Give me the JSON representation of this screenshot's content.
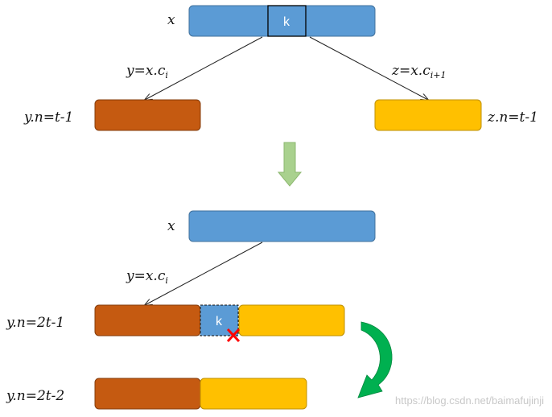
{
  "colors": {
    "blue": "#5B9BD5",
    "blue_stroke": "#41719C",
    "brown": "#C55A11",
    "brown_stroke": "#843C0C",
    "gold": "#FFC000",
    "gold_stroke": "#BF9000",
    "green_down_arrow": "#A9D18E",
    "green_curve_arrow": "#00B050",
    "red_cross": "#FF0000"
  },
  "top": {
    "x_label": "x",
    "key": "k",
    "left_edge": {
      "lhs": "y=x.c",
      "sub": "i"
    },
    "right_edge": {
      "lhs": "z=x.c",
      "sub": "i+1"
    },
    "y_label": "y.n=t-1",
    "z_label": "z.n=t-1"
  },
  "bottom": {
    "x_label": "x",
    "edge": {
      "lhs": "y=x.c",
      "sub": "i"
    },
    "merged_label": "y.n=2t-1",
    "merged_key": "k",
    "final_label": "y.n=2t-2"
  },
  "icons": {
    "down": "down-arrow-icon",
    "curve": "curved-arrow-icon",
    "cross": "cross-icon"
  },
  "watermark": "https://blog.csdn.net/baimafujinji"
}
